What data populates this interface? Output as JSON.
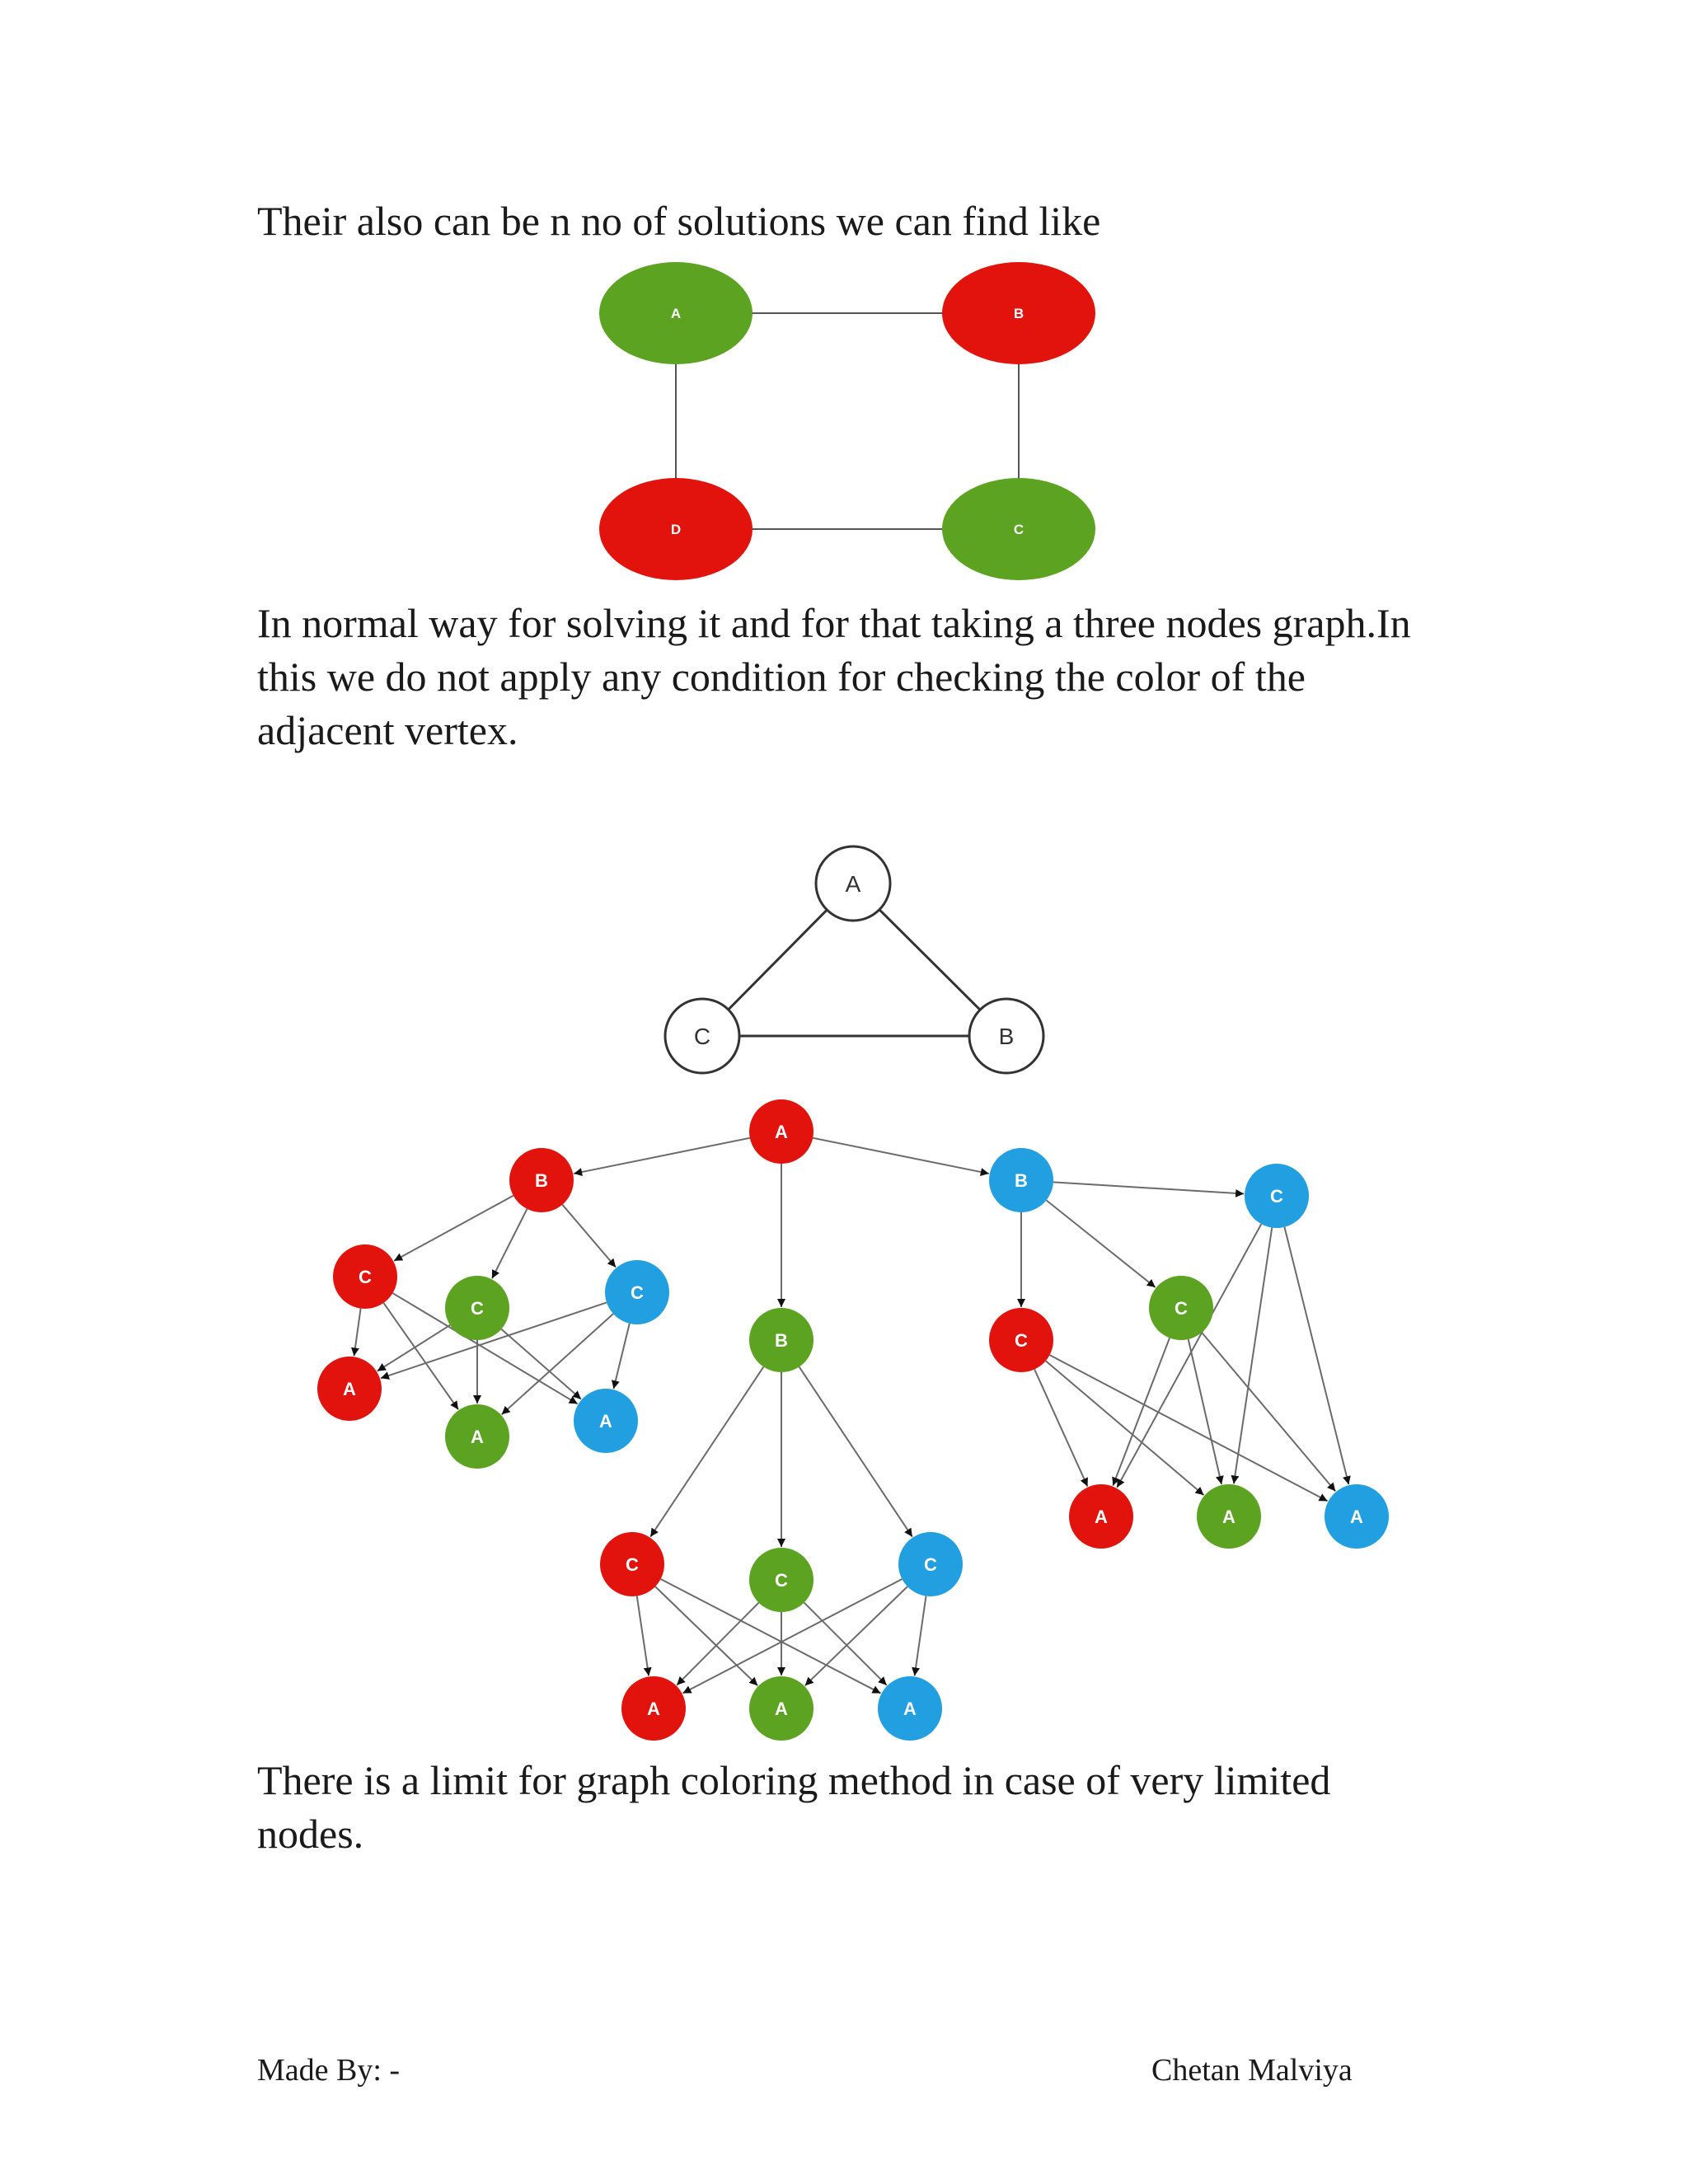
{
  "paragraphs": {
    "intro": "Their also can be n no of solutions we can find like",
    "normal_way": [
      "In normal way for solving it and for that taking a three nodes graph.In",
      "this we do not apply any condition for checking the color of the",
      "adjacent vertex."
    ],
    "limit": [
      "There is a limit for graph coloring method in case of very limited",
      "nodes."
    ]
  },
  "footer": {
    "made_by": "Made By: -",
    "author": "Chetan Malviya"
  },
  "colors": {
    "red": "#e2130d",
    "green": "#5ba321",
    "blue": "#219fe0",
    "edge": "#555555"
  },
  "figures": {
    "square_graph": {
      "nodes": [
        {
          "id": "A",
          "label": "A",
          "color": "green"
        },
        {
          "id": "B",
          "label": "B",
          "color": "red"
        },
        {
          "id": "C",
          "label": "C",
          "color": "green"
        },
        {
          "id": "D",
          "label": "D",
          "color": "red"
        }
      ],
      "edges": [
        [
          "A",
          "B"
        ],
        [
          "B",
          "C"
        ],
        [
          "C",
          "D"
        ],
        [
          "D",
          "A"
        ]
      ]
    },
    "triangle_graph": {
      "nodes": [
        {
          "id": "A",
          "label": "A"
        },
        {
          "id": "B",
          "label": "B"
        },
        {
          "id": "C",
          "label": "C"
        }
      ],
      "edges": [
        [
          "A",
          "B"
        ],
        [
          "A",
          "C"
        ],
        [
          "C",
          "B"
        ]
      ]
    },
    "state_tree": {
      "nodes": [
        {
          "id": "root",
          "label": "A",
          "color": "red"
        },
        {
          "id": "L_B",
          "label": "B",
          "color": "red"
        },
        {
          "id": "M_B",
          "label": "B",
          "color": "green"
        },
        {
          "id": "R_B",
          "label": "B",
          "color": "blue"
        },
        {
          "id": "L_C_r",
          "label": "C",
          "color": "red"
        },
        {
          "id": "L_C_g",
          "label": "C",
          "color": "green"
        },
        {
          "id": "L_C_b",
          "label": "C",
          "color": "blue"
        },
        {
          "id": "L_A_r",
          "label": "A",
          "color": "red"
        },
        {
          "id": "L_A_g",
          "label": "A",
          "color": "green"
        },
        {
          "id": "L_A_b",
          "label": "A",
          "color": "blue"
        },
        {
          "id": "M_C_r",
          "label": "C",
          "color": "red"
        },
        {
          "id": "M_C_g",
          "label": "C",
          "color": "green"
        },
        {
          "id": "M_C_b",
          "label": "C",
          "color": "blue"
        },
        {
          "id": "M_A_r",
          "label": "A",
          "color": "red"
        },
        {
          "id": "M_A_g",
          "label": "A",
          "color": "green"
        },
        {
          "id": "M_A_b",
          "label": "A",
          "color": "blue"
        },
        {
          "id": "R_C_r",
          "label": "C",
          "color": "red"
        },
        {
          "id": "R_C_g",
          "label": "C",
          "color": "green"
        },
        {
          "id": "R_C_b",
          "label": "C",
          "color": "blue"
        },
        {
          "id": "R_A_r",
          "label": "A",
          "color": "red"
        },
        {
          "id": "R_A_g",
          "label": "A",
          "color": "green"
        },
        {
          "id": "R_A_b",
          "label": "A",
          "color": "blue"
        }
      ],
      "edges": [
        [
          "root",
          "L_B"
        ],
        [
          "root",
          "M_B"
        ],
        [
          "root",
          "R_B"
        ],
        [
          "L_B",
          "L_C_r"
        ],
        [
          "L_B",
          "L_C_g"
        ],
        [
          "L_B",
          "L_C_b"
        ],
        [
          "L_C_r",
          "L_A_r"
        ],
        [
          "L_C_r",
          "L_A_g"
        ],
        [
          "L_C_r",
          "L_A_b"
        ],
        [
          "L_C_g",
          "L_A_r"
        ],
        [
          "L_C_g",
          "L_A_g"
        ],
        [
          "L_C_g",
          "L_A_b"
        ],
        [
          "L_C_b",
          "L_A_r"
        ],
        [
          "L_C_b",
          "L_A_g"
        ],
        [
          "L_C_b",
          "L_A_b"
        ],
        [
          "M_B",
          "M_C_r"
        ],
        [
          "M_B",
          "M_C_g"
        ],
        [
          "M_B",
          "M_C_b"
        ],
        [
          "M_C_r",
          "M_A_r"
        ],
        [
          "M_C_r",
          "M_A_g"
        ],
        [
          "M_C_r",
          "M_A_b"
        ],
        [
          "M_C_g",
          "M_A_r"
        ],
        [
          "M_C_g",
          "M_A_g"
        ],
        [
          "M_C_g",
          "M_A_b"
        ],
        [
          "M_C_b",
          "M_A_r"
        ],
        [
          "M_C_b",
          "M_A_g"
        ],
        [
          "M_C_b",
          "M_A_b"
        ],
        [
          "R_B",
          "R_C_r"
        ],
        [
          "R_B",
          "R_C_g"
        ],
        [
          "R_B",
          "R_C_b"
        ],
        [
          "R_C_r",
          "R_A_r"
        ],
        [
          "R_C_r",
          "R_A_g"
        ],
        [
          "R_C_r",
          "R_A_b"
        ],
        [
          "R_C_g",
          "R_A_r"
        ],
        [
          "R_C_g",
          "R_A_g"
        ],
        [
          "R_C_g",
          "R_A_b"
        ],
        [
          "R_C_b",
          "R_A_r"
        ],
        [
          "R_C_b",
          "R_A_g"
        ],
        [
          "R_C_b",
          "R_A_b"
        ]
      ]
    }
  }
}
